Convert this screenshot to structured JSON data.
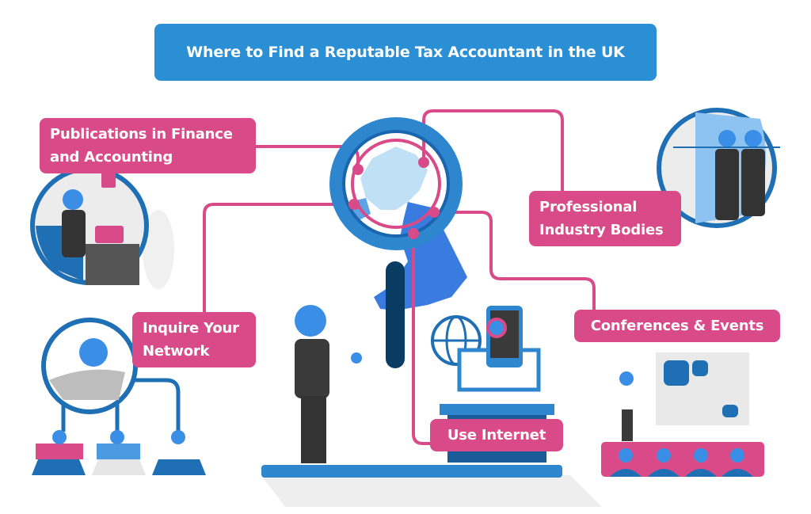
{
  "title": "Where to Find a Reputable Tax Accountant in the UK",
  "colors": {
    "title_bg": "#2b8fd6",
    "label_bg": "#d84b88",
    "connector": "#d84b88",
    "accent_blue": "#1f6fb5",
    "dark_blue": "#0a3b63",
    "map_blue": "#3a7be0",
    "map_light": "#bfe0f5",
    "suit": "#3a3a3a"
  },
  "center": {
    "icon": "magnifying-glass-over-uk-map-icon"
  },
  "sources": [
    {
      "id": "publications",
      "label_line1": "Publications in Finance",
      "label_line2": "and Accounting",
      "icon": "person-at-laptop-desk-icon"
    },
    {
      "id": "professional-bodies",
      "label_line1": "Professional",
      "label_line2": "Industry Bodies",
      "icon": "two-businessmen-on-phone-icon"
    },
    {
      "id": "network",
      "label_line1": "Inquire Your",
      "label_line2": "Network",
      "icon": "relaxed-person-phone-network-icon"
    },
    {
      "id": "conferences",
      "label": "Conferences & Events",
      "icon": "presenter-audience-icon"
    },
    {
      "id": "internet",
      "label": "Use Internet",
      "icon": "globe-phone-computer-icon"
    }
  ]
}
